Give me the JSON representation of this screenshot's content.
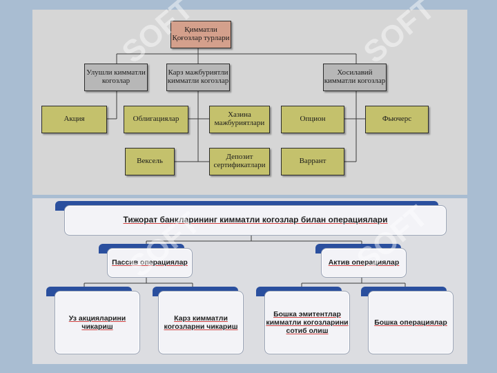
{
  "top": {
    "root": "Қимматли Қоғозлар турлари",
    "level1": [
      "Улушли кимматли когозлар",
      "Карз мажбуриятли кимматли когозлар",
      "Хосилавий кимматли когозлар"
    ],
    "leaves": {
      "share": "Акция",
      "bonds": "Облигациялар",
      "treasury": "Хазина мажбуриятлари",
      "bill": "Вексель",
      "deposit": "Депозит сертификатлари",
      "option": "Опцион",
      "future": "Фьючерс",
      "warrant": "Варрант"
    }
  },
  "bottom": {
    "title": "Тижорат банкларининг кимматли когозлар билан операциялари",
    "passive": "Пассив операциялар",
    "active": "Актив операциялар",
    "passive_children": [
      "Уз акцияларини чикариш",
      "Карз кимматли когозларни чикариш"
    ],
    "active_children": [
      "Бошка эмитентлар кимматли когозларини сотиб олиш",
      "Бошка операциялар"
    ]
  },
  "watermark": "SOFT",
  "colors": {
    "olive": "#c4c16c",
    "rose": "#d4a08c",
    "navy": "#2a4f9e"
  }
}
